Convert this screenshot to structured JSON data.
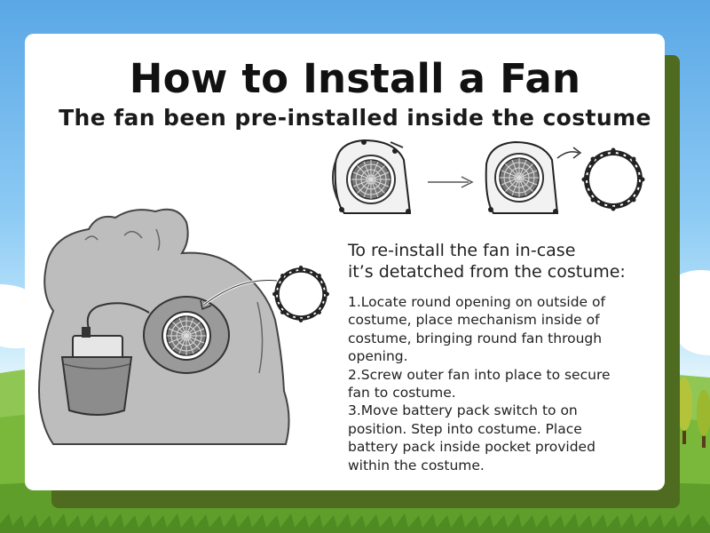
{
  "title": "How to Install a Fan",
  "subtitle": "The fan been pre-installed inside the costume",
  "reinstall": {
    "line1": "To re-install the fan in-case",
    "line2": "it’s detatched from the costume:"
  },
  "steps": [
    "1.Locate round opening on outside of",
    "costume, place mechanism inside of",
    "costume, bringing round fan through",
    "opening.",
    "2.Screw outer fan into place to secure",
    "fan to costume.",
    "3.Move battery pack switch to on",
    "position. Step into costume. Place",
    "battery pack inside pocket provided",
    "within the costume."
  ],
  "icons": [
    "cloud-icon",
    "tree-icon",
    "fan-icon",
    "fan-ring-icon",
    "arrow-icon",
    "costume-icon",
    "battery-pack-icon"
  ],
  "colors": {
    "sky": "#5aa7e6",
    "card": "#ffffff",
    "card_shadow": "#4e6b20",
    "grass": "#79b83a",
    "costume": "#bfbfbf"
  }
}
